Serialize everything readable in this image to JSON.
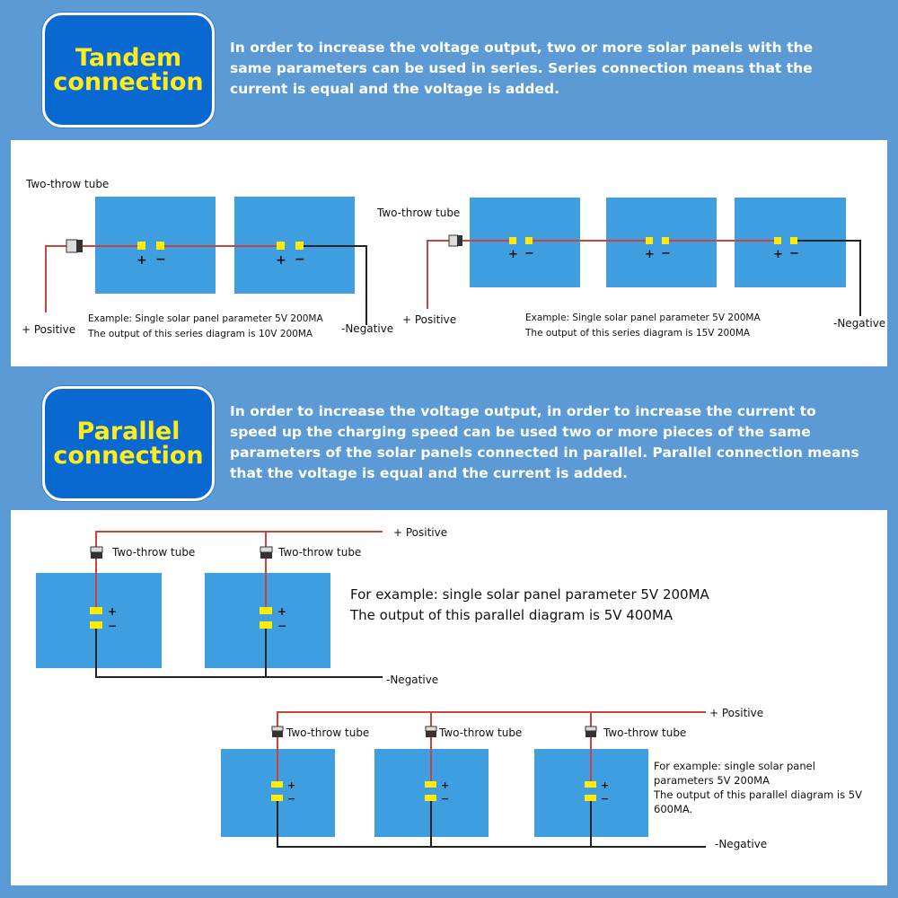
{
  "tandem": {
    "badge_line1": "Tandem",
    "badge_line2": "connection",
    "description": "In order to increase the voltage output, two or more solar panels with the same parameters can be used in series. Series connection means that the current is equal and the voltage is added.",
    "diagram_left": {
      "tube_label": "Two-throw tube",
      "positive_label": "+ Positive",
      "negative_label": "-Negative",
      "example_line1": "Example: Single solar panel parameter 5V 200MA",
      "example_line2": "The output of this series diagram is 10V 200MA"
    },
    "diagram_right": {
      "tube_label": "Two-throw tube",
      "positive_label": "+ Positive",
      "negative_label": "-Negative",
      "example_line1": "Example: Single solar panel parameter 5V 200MA",
      "example_line2": "The output of this series diagram is 15V 200MA"
    },
    "terminal_plus": "+",
    "terminal_minus": "−"
  },
  "parallel": {
    "badge_line1": "Parallel",
    "badge_line2": "connection",
    "description": "In order to increase the voltage output, in order to increase the current to speed up the charging speed can be used two or more pieces of the same parameters of the solar panels connected in parallel. Parallel connection means that the voltage is equal and the current is added.",
    "diagram_top": {
      "tube_label": "Two-throw tube",
      "positive_label": "+ Positive",
      "negative_label": "-Negative",
      "example_line1": "For example: single solar panel parameter 5V 200MA",
      "example_line2": "The output of this parallel diagram is 5V 400MA"
    },
    "diagram_bottom": {
      "tube_label": "Two-throw tube",
      "positive_label": "+ Positive",
      "negative_label": "-Negative",
      "example_line1": "For example: single solar panel",
      "example_line2": "parameters 5V 200MA",
      "example_line3": "The output of this parallel diagram is 5V",
      "example_line4": "600MA."
    },
    "terminal_plus": "+",
    "terminal_minus": "−"
  },
  "colors": {
    "background": "#5b9ad4",
    "badge_fill": "#0a69d0",
    "badge_text": "#ffec1e",
    "solar_panel": "#3f9ee0",
    "terminal": "#ffec00",
    "positive_wire": "#c8443c",
    "negative_wire": "#222222"
  }
}
